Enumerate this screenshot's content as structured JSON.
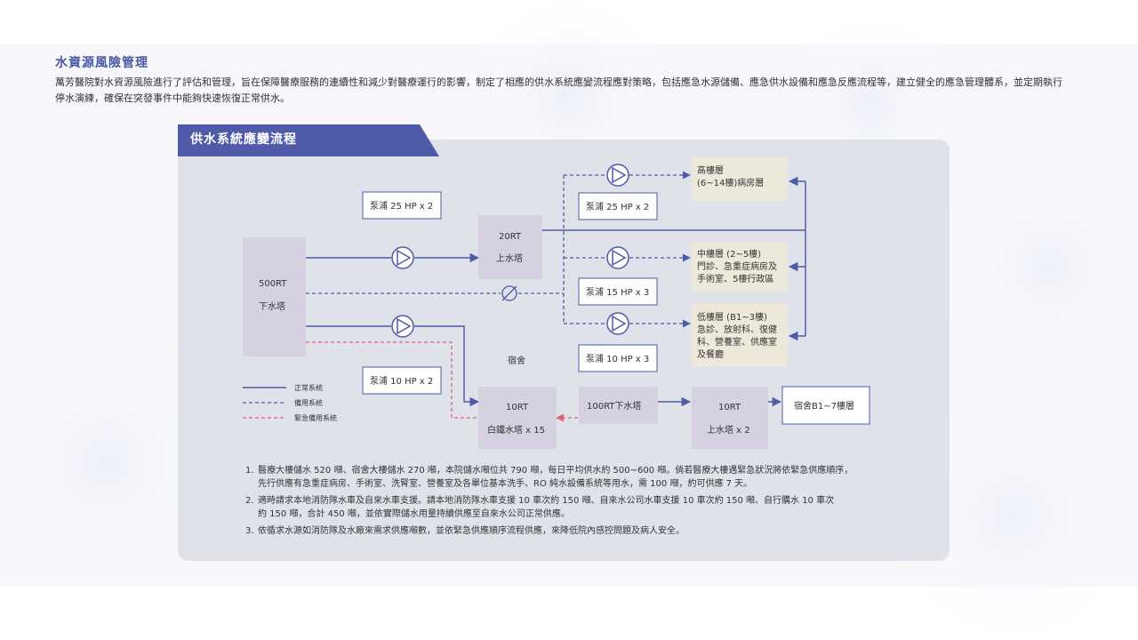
{
  "section": {
    "title": "水資源風險管理",
    "intro": "萬芳醫院對水資源風險進行了評估和管理，旨在保障醫療服務的連續性和減少對醫療運行的影響，制定了相應的供水系統應變流程應對策略，包括應急水源儲備、應急供水設備和應急反應流程等，建立健全的應急管理體系，並定期執行停水演練，確保在突發事件中能夠快速恢復正常供水。"
  },
  "diagram": {
    "banner_title": "供水系統應變流程",
    "nodes": {
      "lower_tank": {
        "line1": "500RT",
        "line2": "下水塔"
      },
      "upper_tank": {
        "line1": "20RT",
        "line2": "上水塔"
      },
      "pump_main_upper": "泵浦 25 HP x 2",
      "pump_main_lower": "泵浦 10 HP x 2",
      "pump_high": "泵浦 25 HP x 2",
      "pump_mid": "泵浦 15 HP x 3",
      "pump_low": "泵浦 10 HP x 3",
      "floor_high": {
        "line1": "高樓層",
        "line2": "(6~14樓)病房層"
      },
      "floor_mid": {
        "line1": "中樓層 (2~5樓)",
        "line2": "門診、急重症病房及",
        "line3": "手術室、5樓行政區"
      },
      "floor_low": {
        "line1": "低樓層 (B1~3樓)",
        "line2": "急診、放射科、復健",
        "line3": "科、營養室、供應室",
        "line4": "及餐廳"
      },
      "dorm_label": "宿舍",
      "iron_tank": {
        "line1": "10RT",
        "line2": "白鐵水塔 x 15"
      },
      "lower_tank_100": "100RT下水塔",
      "dorm_upper_tank": {
        "line1": "10RT",
        "line2": "上水塔 x 2"
      },
      "dorm_floors": "宿舍B1~7樓層"
    },
    "legend": {
      "normal": "正常系統",
      "backup": "備用系統",
      "emergency": "緊急備用系統"
    },
    "colors": {
      "line": "#4f5aa8",
      "emergency": "#e0607a",
      "node_gray": "#d5d1e0",
      "node_beige": "#ece9da",
      "banner": "#4f5aa8"
    }
  },
  "notes": [
    {
      "num": "1.",
      "line1": "醫療大樓儲水 520 噸、宿舍大樓儲水 270 噸，本院儲水噸位共 790 噸，每日平均供水約 500~600 噸。倘若醫療大樓遇緊急狀況將依緊急供應順序，",
      "line2": "先行供應有急重症病房、手術室、洗腎室、營養室及各單位基本洗手、RO 純水設備系統等用水，需 100 噸，約可供應 7 天。"
    },
    {
      "num": "2.",
      "line1": "適時請求本地消防隊水車及自來水車支援。請本地消防隊水車支援 10 車次約 150 噸、自來水公司水車支援 10 車次約 150 噸、自行購水 10 車次",
      "line2": "約 150 噸，合計 450 噸，並依實際儲水用量持續供應至自來水公司正常供應。"
    },
    {
      "num": "3.",
      "line1": "依循求水源如消防隊及水廠來需求供應噸數，並依緊急供應順序流程供應，來降低院內感控問題及病人安全。",
      "line2": ""
    }
  ]
}
